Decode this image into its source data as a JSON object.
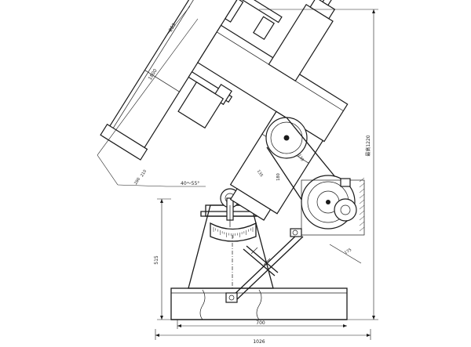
{
  "dimensions": {
    "total_width": "1026",
    "base_width": "700",
    "pier_height": "515",
    "total_height": "最高1220",
    "tube_length": "1800",
    "finder_offset": "253",
    "tube_end_a": "210",
    "tube_end_b": "286",
    "angle_range": "40～55°",
    "drive_a": "180",
    "drive_b": "130",
    "drive_c": "135",
    "drive_d": "175"
  }
}
